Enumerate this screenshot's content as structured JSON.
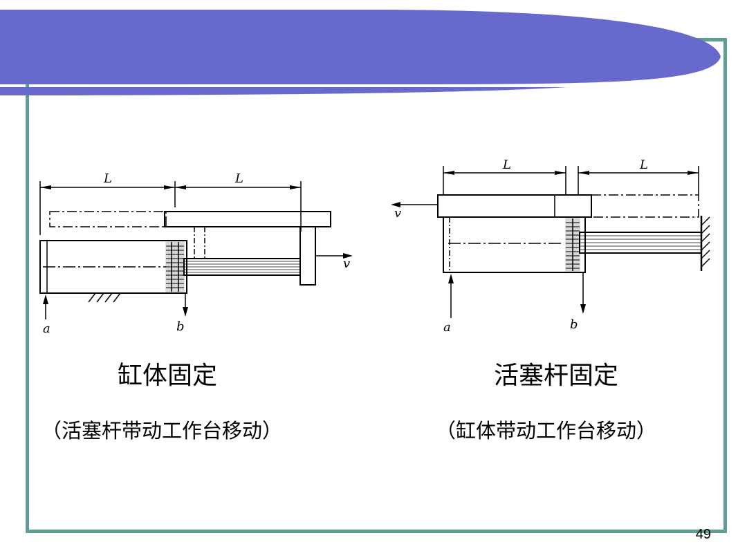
{
  "diagrams": {
    "left": {
      "dims": [
        "L",
        "L"
      ],
      "labels": {
        "a": "a",
        "b": "b",
        "v": "v"
      },
      "title": "缸体固定",
      "subtitle": "（活塞杆带动工作台移动）"
    },
    "right": {
      "dims": [
        "L",
        "L"
      ],
      "labels": {
        "a": "a",
        "b": "b",
        "v": "v"
      },
      "title": "活塞杆固定",
      "subtitle": "（缸体带动工作台移动）"
    }
  },
  "page_number": "49",
  "colors": {
    "banner": "#6769cc",
    "frame": "#5f9c94"
  }
}
